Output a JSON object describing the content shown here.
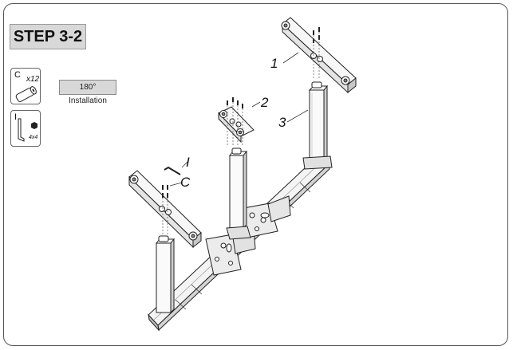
{
  "step": {
    "label": "STEP 3-2"
  },
  "parts": [
    {
      "letter": "C",
      "quantity": "x12",
      "icon": "screw-icon"
    },
    {
      "letter": "I",
      "quantity": "4x4",
      "icon": "hex-key-icon"
    }
  ],
  "installation_note": "180° Installation",
  "callouts": [
    "1",
    "2",
    "3",
    "I",
    "C"
  ]
}
